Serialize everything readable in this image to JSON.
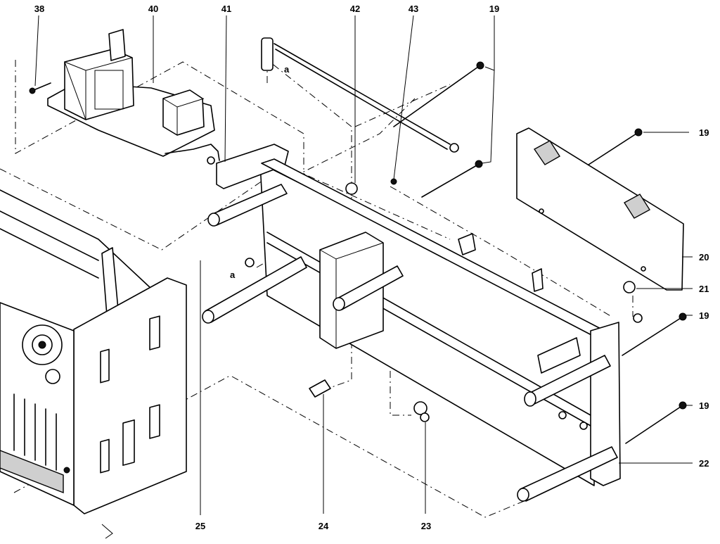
{
  "callouts": [
    {
      "id": "38",
      "text": "38"
    },
    {
      "id": "40",
      "text": "40"
    },
    {
      "id": "41",
      "text": "41"
    },
    {
      "id": "42",
      "text": "42"
    },
    {
      "id": "43",
      "text": "43"
    },
    {
      "id": "19a",
      "text": "19"
    },
    {
      "id": "19b",
      "text": "19"
    },
    {
      "id": "20",
      "text": "20"
    },
    {
      "id": "21",
      "text": "21"
    },
    {
      "id": "19c",
      "text": "19"
    },
    {
      "id": "19d",
      "text": "19"
    },
    {
      "id": "22",
      "text": "22"
    },
    {
      "id": "23",
      "text": "23"
    },
    {
      "id": "24",
      "text": "24"
    },
    {
      "id": "25",
      "text": "25"
    },
    {
      "id": "a1",
      "text": "a"
    },
    {
      "id": "a2",
      "text": "a"
    }
  ]
}
